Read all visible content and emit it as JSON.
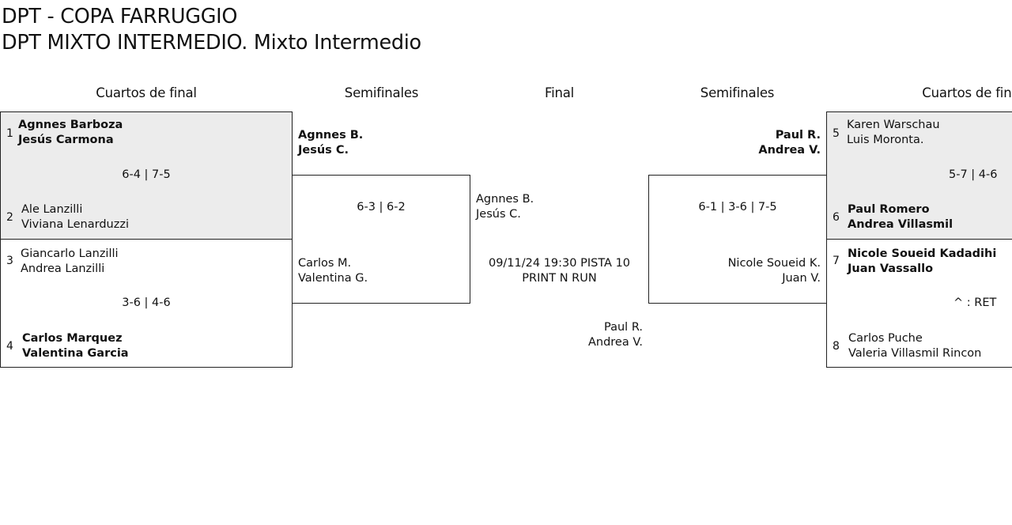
{
  "header": {
    "tournament": "DPT - COPA FARRUGGIO",
    "category": "DPT MIXTO INTERMEDIO. Mixto Intermedio"
  },
  "rounds": {
    "left_quarters": "Cuartos de final",
    "left_semis": "Semifinales",
    "final": "Final",
    "right_semis": "Semifinales",
    "right_quarters": "Cuartos de final"
  },
  "left_quarters": [
    {
      "top": {
        "seed": "1",
        "player1": "Agnnes Barboza",
        "player2": "Jesús Carmona",
        "winner": true
      },
      "bottom": {
        "seed": "2",
        "player1": "Ale Lanzilli",
        "player2": "Viviana Lenarduzzi",
        "winner": false
      },
      "score": "6-4 | 7-5"
    },
    {
      "top": {
        "seed": "3",
        "player1": "Giancarlo Lanzilli",
        "player2": "Andrea Lanzilli",
        "winner": false
      },
      "bottom": {
        "seed": "4",
        "player1": "Carlos Marquez",
        "player2": "Valentina Garcia",
        "winner": true
      },
      "score": "3-6 | 4-6"
    }
  ],
  "left_semi": {
    "top": {
      "player1": "Agnnes B.",
      "player2": "Jesús C.",
      "winner": true
    },
    "bottom": {
      "player1": "Carlos M.",
      "player2": "Valentina G.",
      "winner": false
    },
    "score": "6-3 | 6-2"
  },
  "final": {
    "left": {
      "player1": "Agnnes B.",
      "player2": "Jesús C."
    },
    "right": {
      "player1": "Paul R.",
      "player2": "Andrea V."
    },
    "schedule": "09/11/24 19:30 PISTA 10",
    "venue": "PRINT N RUN"
  },
  "right_semi": {
    "top": {
      "player1": "Paul R.",
      "player2": "Andrea V.",
      "winner": true
    },
    "bottom": {
      "player1": "Nicole Soueid K.",
      "player2": "Juan V.",
      "winner": false
    },
    "score": "6-1 | 3-6 | 7-5"
  },
  "right_quarters": [
    {
      "top": {
        "seed": "5",
        "player1": "Karen Warschau",
        "player2": "Luis Moronta.",
        "winner": false
      },
      "bottom": {
        "seed": "6",
        "player1": "Paul Romero",
        "player2": "Andrea Villasmil",
        "winner": true
      },
      "score": "5-7 | 4-6"
    },
    {
      "top": {
        "seed": "7",
        "player1": "Nicole Soueid Kadadihi",
        "player2": "Juan Vassallo",
        "winner": true
      },
      "bottom": {
        "seed": "8",
        "player1": "Carlos Puche",
        "player2": "Valeria Villasmil Rincon",
        "winner": false
      },
      "score": "^ : RET"
    }
  ]
}
